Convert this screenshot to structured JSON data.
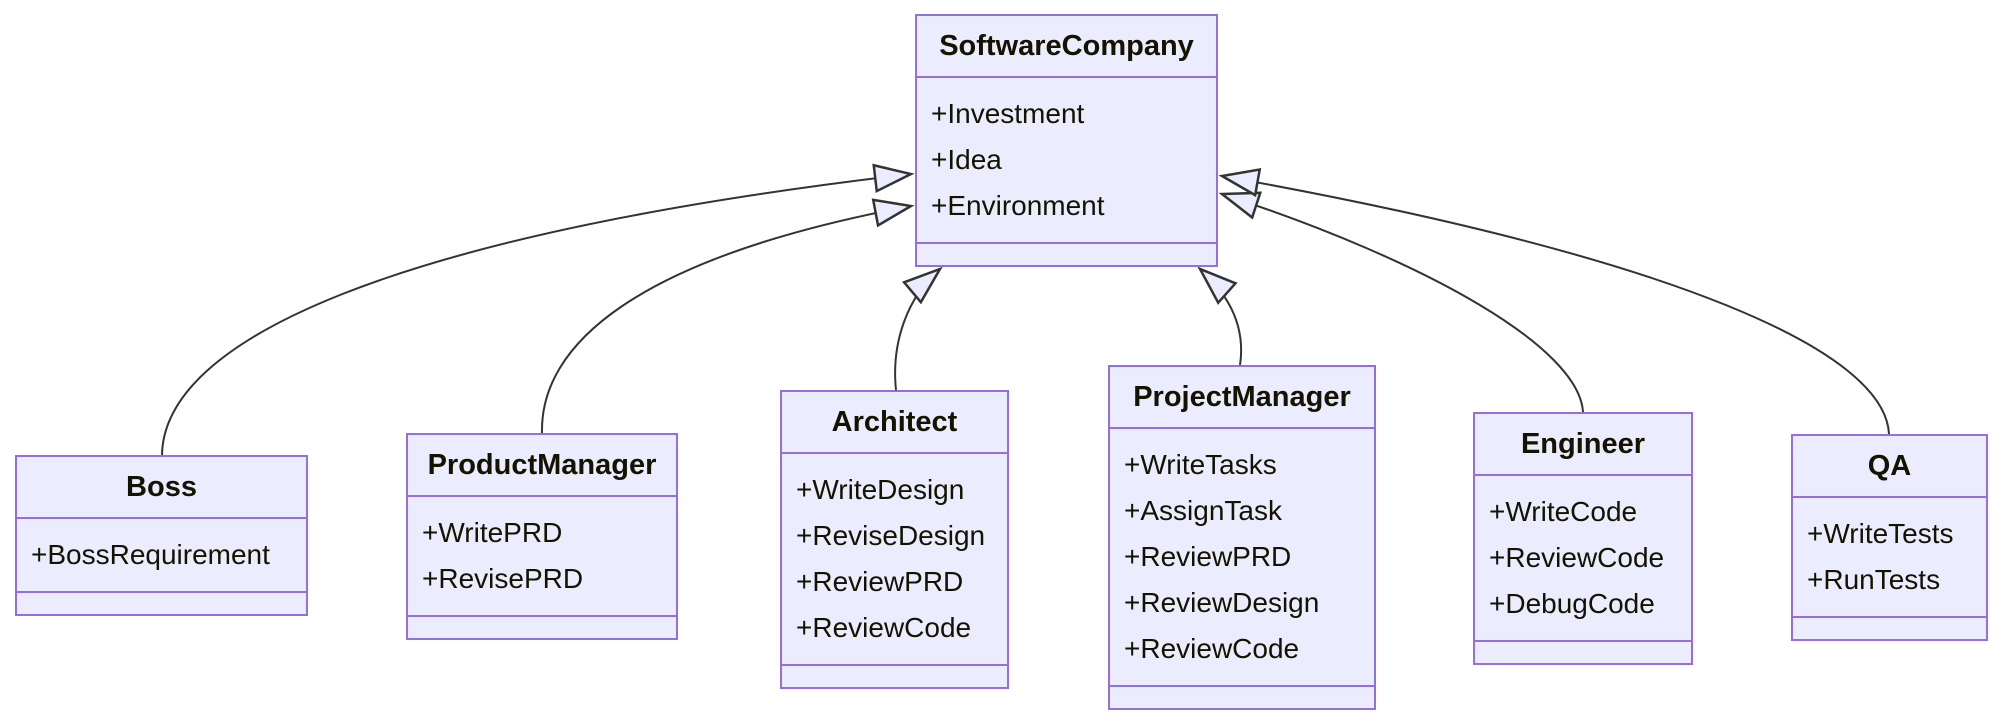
{
  "diagram": {
    "kind": "uml-class-diagram",
    "colors": {
      "box_fill": "#ECECFF",
      "box_border": "#9370DB",
      "edge_line": "#333333",
      "text": "#131300",
      "background": "#ffffff"
    }
  },
  "classes": [
    {
      "name": "SoftwareCompany",
      "attributes": [
        "+Investment",
        "+Idea",
        "+Environment"
      ]
    },
    {
      "name": "Boss",
      "attributes": [
        "+BossRequirement"
      ]
    },
    {
      "name": "ProductManager",
      "attributes": [
        "+WritePRD",
        "+RevisePRD"
      ]
    },
    {
      "name": "Architect",
      "attributes": [
        "+WriteDesign",
        "+ReviseDesign",
        "+ReviewPRD",
        "+ReviewCode"
      ]
    },
    {
      "name": "ProjectManager",
      "attributes": [
        "+WriteTasks",
        "+AssignTask",
        "+ReviewPRD",
        "+ReviewDesign",
        "+ReviewCode"
      ]
    },
    {
      "name": "Engineer",
      "attributes": [
        "+WriteCode",
        "+ReviewCode",
        "+DebugCode"
      ]
    },
    {
      "name": "QA",
      "attributes": [
        "+WriteTests",
        "+RunTests"
      ]
    }
  ],
  "relations": [
    {
      "from": "Boss",
      "to": "SoftwareCompany",
      "type": "inheritance"
    },
    {
      "from": "ProductManager",
      "to": "SoftwareCompany",
      "type": "inheritance"
    },
    {
      "from": "Architect",
      "to": "SoftwareCompany",
      "type": "inheritance"
    },
    {
      "from": "ProjectManager",
      "to": "SoftwareCompany",
      "type": "inheritance"
    },
    {
      "from": "Engineer",
      "to": "SoftwareCompany",
      "type": "inheritance"
    },
    {
      "from": "QA",
      "to": "SoftwareCompany",
      "type": "inheritance"
    }
  ]
}
